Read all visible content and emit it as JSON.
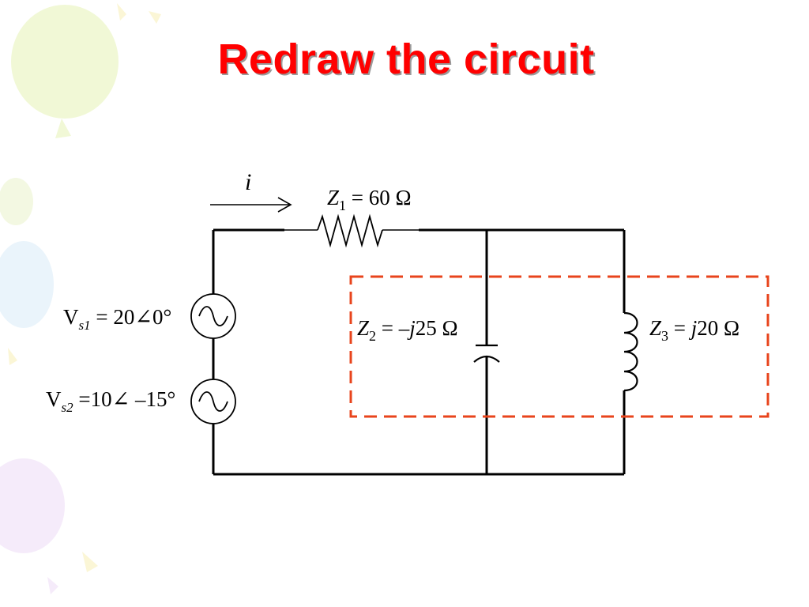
{
  "slide": {
    "title": "Redraw the circuit"
  },
  "circuit": {
    "current_symbol": "i",
    "z1": {
      "name": "Z",
      "sub": "1",
      "value": " = 60 Ω"
    },
    "z2": {
      "name": "Z",
      "sub": "2",
      "value": " = –",
      "j": "j",
      "value2": "25 Ω"
    },
    "z3": {
      "name": "Z",
      "sub": "3",
      "value": " = ",
      "j": "j",
      "value2": "20 Ω"
    },
    "vs1": {
      "name": "V",
      "sub": "s1",
      "value": " = 20∠0°"
    },
    "vs2": {
      "name": "V",
      "sub": "s2",
      "value": " =10∠ –15°"
    },
    "highlight_color": "#e8441c",
    "wire_color": "#000000"
  },
  "decoration": {
    "balloon_colors": [
      "#f2f9d8",
      "#e9f4fb",
      "#f6ecfa",
      "#fbf6d6"
    ]
  }
}
